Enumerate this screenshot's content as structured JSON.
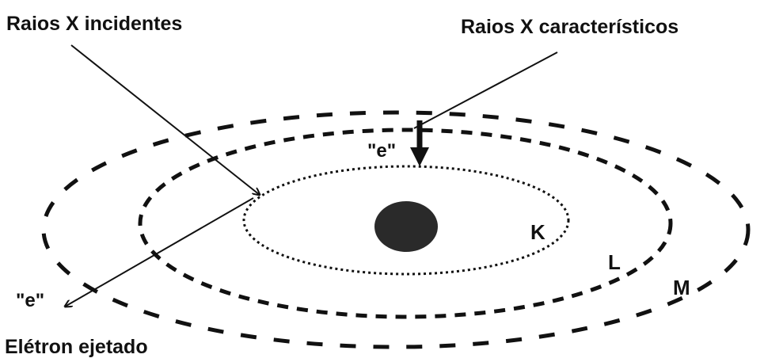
{
  "labels": {
    "incident": "Raios X incidentes",
    "characteristic": "Raios X característicos",
    "ejected": "Elétron ejetado",
    "electron_top": "\"e\"",
    "electron_bottom": "\"e\"",
    "shell_k": "K",
    "shell_l": "L",
    "shell_m": "M"
  },
  "colors": {
    "ink": "#111111",
    "nucleus": "#2a2a2a",
    "background": "#ffffff"
  }
}
